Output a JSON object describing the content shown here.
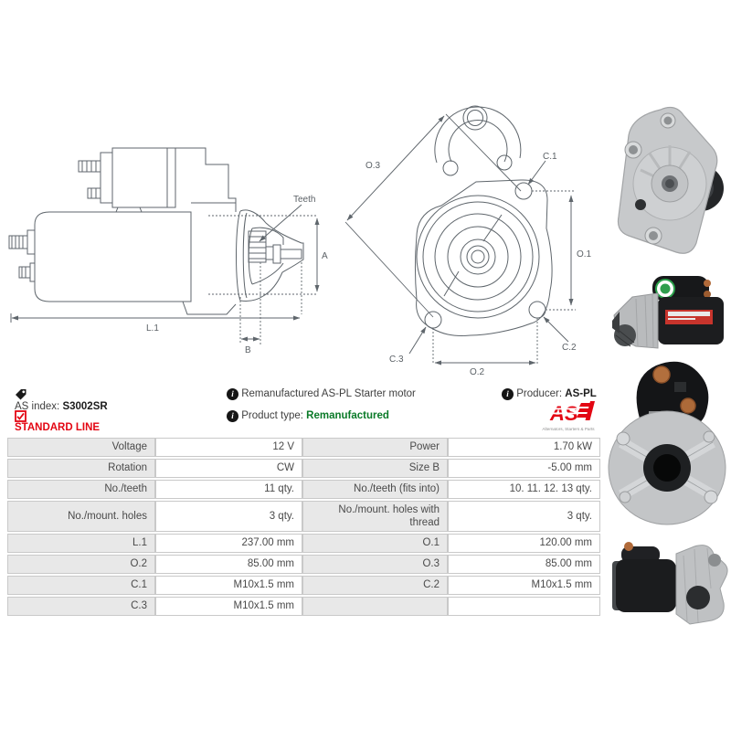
{
  "colors": {
    "accent_red": "#e30613",
    "status_green": "#0a7a28",
    "table_label_bg": "#e8e8e8",
    "table_border": "#c9c9c9",
    "drawing_line": "#5f666c",
    "text": "#4a4a4a"
  },
  "icons": {
    "info_glyph": "i",
    "check_glyph": "✔",
    "names": [
      "tag-icon",
      "info-icon",
      "checkbox-checked-icon"
    ]
  },
  "info_bar": {
    "as_index_label": "AS index:",
    "as_index_value": "S3002SR",
    "standard_line": "STANDARD LINE",
    "description": "Remanufactured AS-PL Starter motor",
    "product_type_label": "Product type:",
    "product_type_value": "Remanufactured",
    "producer_label": "Producer:",
    "producer_value": "AS-PL",
    "logo": {
      "text": "AS",
      "tagline": "Alternators, Starters & Parts"
    }
  },
  "drawing_labels": {
    "side": {
      "teeth": "Teeth",
      "a": "A",
      "l1": "L.1",
      "b": "B"
    },
    "front": {
      "o1": "O.1",
      "o2": "O.2",
      "o3": "O.3",
      "c1": "C.1",
      "c2": "C.2",
      "c3": "C.3"
    }
  },
  "spec_table": {
    "rows": [
      {
        "l1": "Voltage",
        "v1": "12 V",
        "l2": "Power",
        "v2": "1.70 kW"
      },
      {
        "l1": "Rotation",
        "v1": "CW",
        "l2": "Size B",
        "v2": "-5.00 mm"
      },
      {
        "l1": "No./teeth",
        "v1": "11 qty.",
        "l2": "No./teeth (fits into)",
        "v2": "10. 11. 12. 13 qty."
      },
      {
        "l1": "No./mount. holes",
        "v1": "3 qty.",
        "l2": "No./mount. holes with thread",
        "v2": "3 qty."
      },
      {
        "l1": "L.1",
        "v1": "237.00 mm",
        "l2": "O.1",
        "v2": "120.00 mm"
      },
      {
        "l1": "O.2",
        "v1": "85.00 mm",
        "l2": "O.3",
        "v2": "85.00 mm"
      },
      {
        "l1": "C.1",
        "v1": "M10x1.5 mm",
        "l2": "C.2",
        "v2": "M10x1.5 mm"
      },
      {
        "l1": "C.3",
        "v1": "M10x1.5 mm",
        "l2": "",
        "v2": ""
      }
    ]
  }
}
